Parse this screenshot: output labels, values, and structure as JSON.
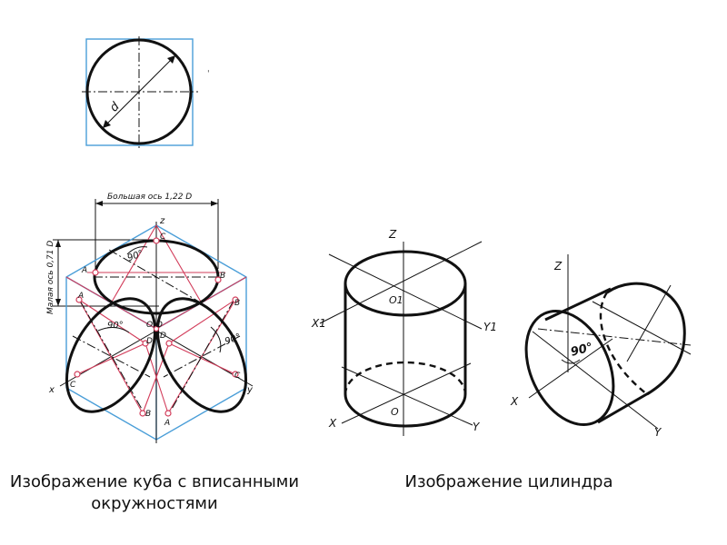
{
  "captions": {
    "cube": "Изображение куба с вписанными окружностями",
    "cylinder": "Изображение цилиндра"
  },
  "square_view": {
    "diameter_label": "d"
  },
  "cube_view": {
    "major_axis_label": "Большая ось 1,22 D",
    "minor_axis_label": "Малая ось 0,71 D",
    "axis_z": "z",
    "axis_x": "x",
    "axis_y": "y",
    "angle_top": "90°",
    "angle_left": "90°",
    "angle_right": "90°",
    "center_o": "O",
    "center_d": "D",
    "point_a": "A",
    "point_b": "B",
    "point_c": "C",
    "point_d": "D"
  },
  "cylinder_vertical": {
    "axis_z": "Z",
    "axis_x1": "X1",
    "axis_y1": "Y1",
    "axis_x": "X",
    "axis_y": "Y",
    "top_center": "O1",
    "bottom_center": "O"
  },
  "cylinder_horizontal": {
    "axis_z": "Z",
    "axis_x": "X",
    "axis_y": "Y",
    "angle": "90°"
  },
  "colors": {
    "outline": "#111111",
    "construction": "#d23c5a",
    "frame": "#4a9ed8"
  }
}
